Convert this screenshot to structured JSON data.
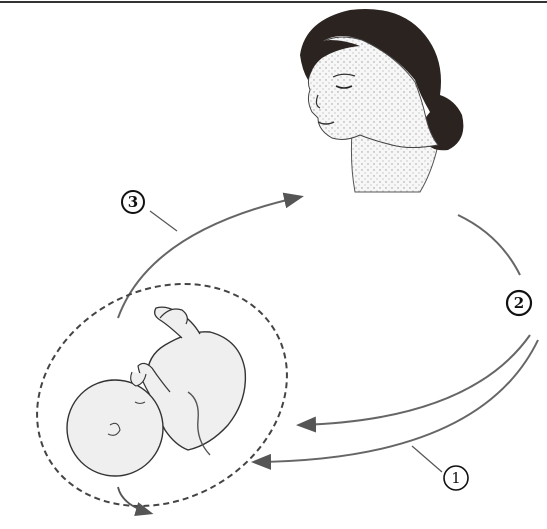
{
  "labels": {
    "one": "1",
    "two": "2",
    "three": "3"
  },
  "colors": {
    "line": "#666666",
    "outline": "#2a2a2a",
    "hair": "#2b2320",
    "skin": "#f6f6f6",
    "fetus_fill": "#efefef"
  }
}
